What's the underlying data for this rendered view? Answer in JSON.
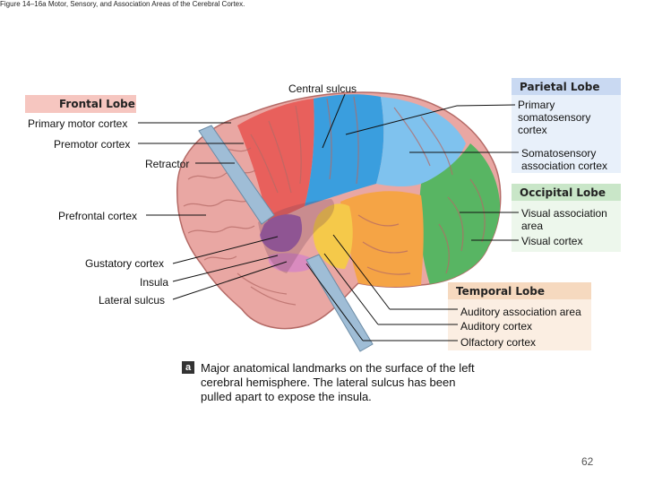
{
  "figure_title": "Figure 14–16a Motor, Sensory, and Association Areas of the Cerebral Cortex.",
  "headers": {
    "frontal": "Frontal Lobe",
    "parietal": "Parietal Lobe",
    "occipital": "Occipital Lobe",
    "temporal": "Temporal Lobe"
  },
  "labels": {
    "central_sulcus": "Central sulcus",
    "primary_motor": "Primary motor cortex",
    "premotor": "Premotor cortex",
    "retractor": "Retractor",
    "prefrontal": "Prefrontal cortex",
    "gustatory": "Gustatory cortex",
    "insula": "Insula",
    "lateral_sulcus": "Lateral sulcus",
    "primary_somatosensory_1": "Primary",
    "primary_somatosensory_2": "somatosensory",
    "primary_somatosensory_3": "cortex",
    "somatosensory_assoc_1": "Somatosensory",
    "somatosensory_assoc_2": "association cortex",
    "visual_assoc_1": "Visual association",
    "visual_assoc_2": "area",
    "visual_cortex": "Visual cortex",
    "auditory_assoc": "Auditory association area",
    "auditory_cortex": "Auditory cortex",
    "olfactory_cortex": "Olfactory cortex"
  },
  "caption": {
    "tag": "a",
    "text": "Major anatomical landmarks on the surface of the left cerebral hemisphere. The lateral sulcus has been pulled apart to expose the insula."
  },
  "page_number": "62",
  "colors": {
    "frontal_panel": "#f6c6c0",
    "parietal_panel": "#c9d9f2",
    "occipital_panel": "#c9e6c8",
    "temporal_panel": "#f6d9bf",
    "motor_red": "#e8605c",
    "sensory_blue": "#3a9ede",
    "occipital_green": "#58b563",
    "auditory_orange": "#f5a445",
    "auditory_yellow": "#f5c94a",
    "insula_purple": "#9b5ea8",
    "gustatory_pink": "#d98bbf",
    "brain_pink": "#e9a7a3"
  }
}
